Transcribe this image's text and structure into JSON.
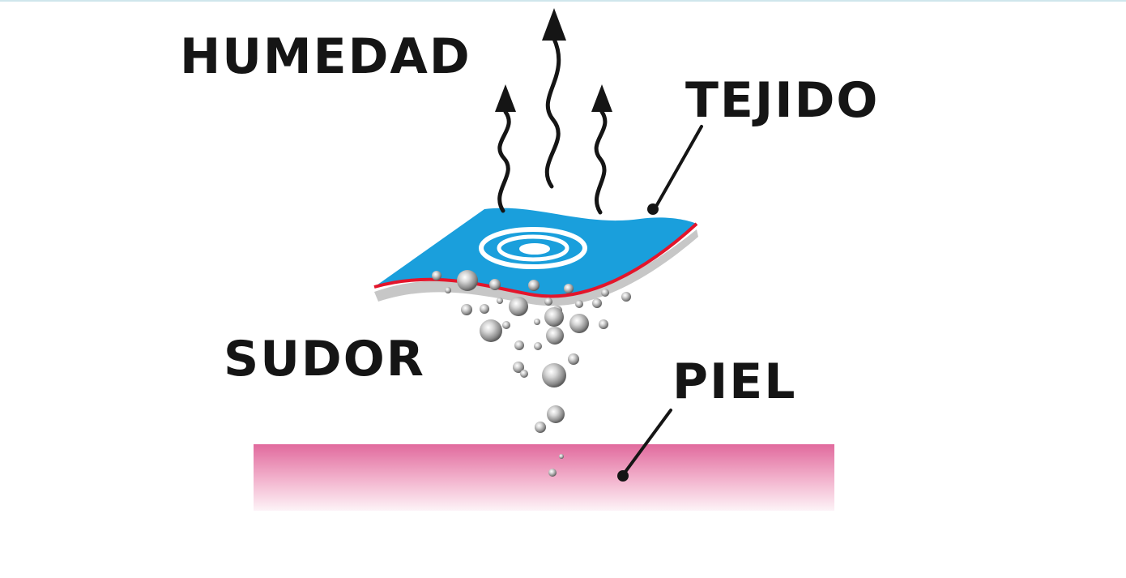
{
  "labels": {
    "moisture": "HUMEDAD",
    "fabric": "TEJIDO",
    "sweat": "SUDOR",
    "skin": "PIEL"
  },
  "colors": {
    "fabric": "#1a9fdc",
    "fabric_edge": "#e3152b",
    "fabric_shadow": "#c7c7c7",
    "ripple": "#ffffff",
    "arrow": "#151515",
    "droplet": "#8e8e8e",
    "skin_top": "#e16a9d",
    "skin_bottom": "#fdf3f7",
    "text": "#151515"
  }
}
